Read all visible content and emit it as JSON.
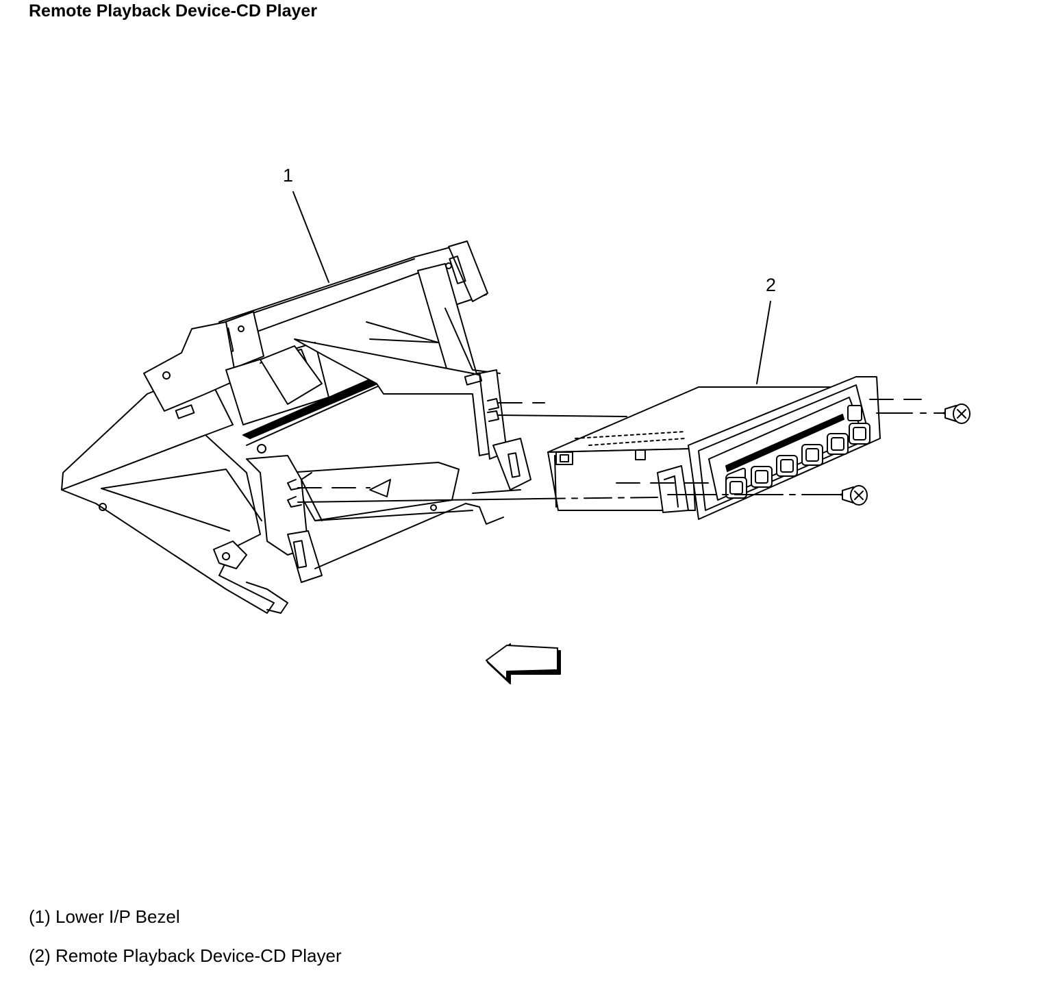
{
  "title": "Remote Playback Device-CD Player",
  "callouts": {
    "part1": "1",
    "part2": "2"
  },
  "legend": [
    {
      "number": "(1)",
      "text": "Lower I/P Bezel"
    },
    {
      "number": "(2)",
      "text": "Remote Playback Device-CD Player"
    }
  ],
  "icons": {
    "direction_arrow": "left-arrow-icon",
    "fastener_upper": "screw-icon",
    "fastener_lower": "screw-icon"
  }
}
